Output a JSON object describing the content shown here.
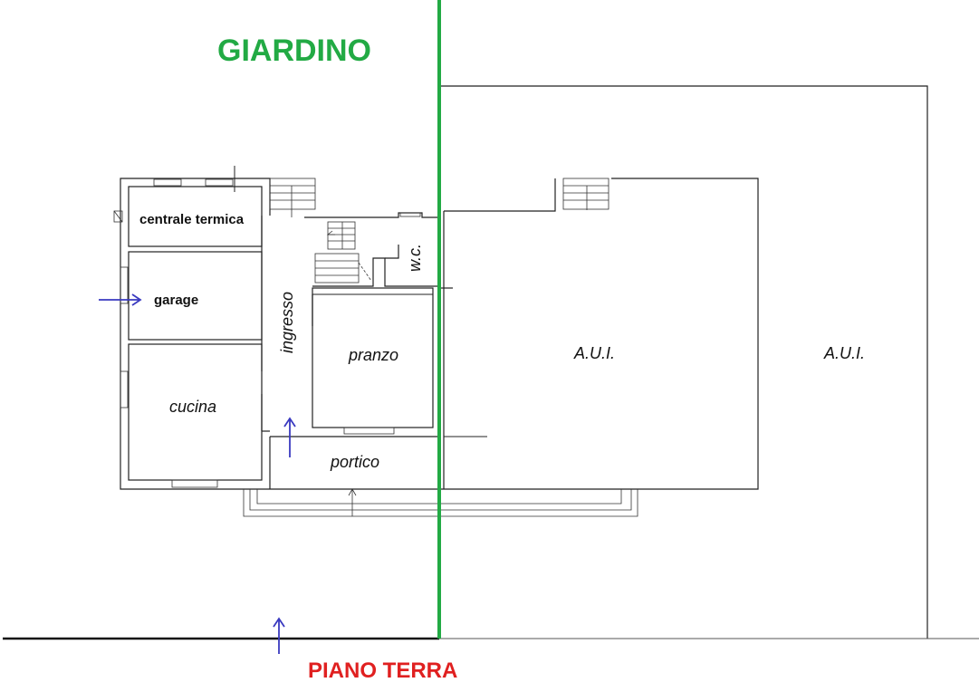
{
  "colors": {
    "garden": "#22aa44",
    "ground_floor": "#e02020",
    "entrance_arrow": "#3a3ac0",
    "walls": "#222222"
  },
  "labels": {
    "garden": "GIARDINO",
    "ground_floor": "PIANO TERRA"
  },
  "rooms": {
    "boiler": "centrale termica",
    "garage": "garage",
    "kitchen": "cucina",
    "entrance": "ingresso",
    "dining": "pranzo",
    "wc": "w.c.",
    "porch": "portico",
    "aui_1": "A.U.I.",
    "aui_2": "A.U.I."
  },
  "icons": [
    "entrance-arrow-icon",
    "boiler-flue-icon",
    "stair-icon"
  ]
}
